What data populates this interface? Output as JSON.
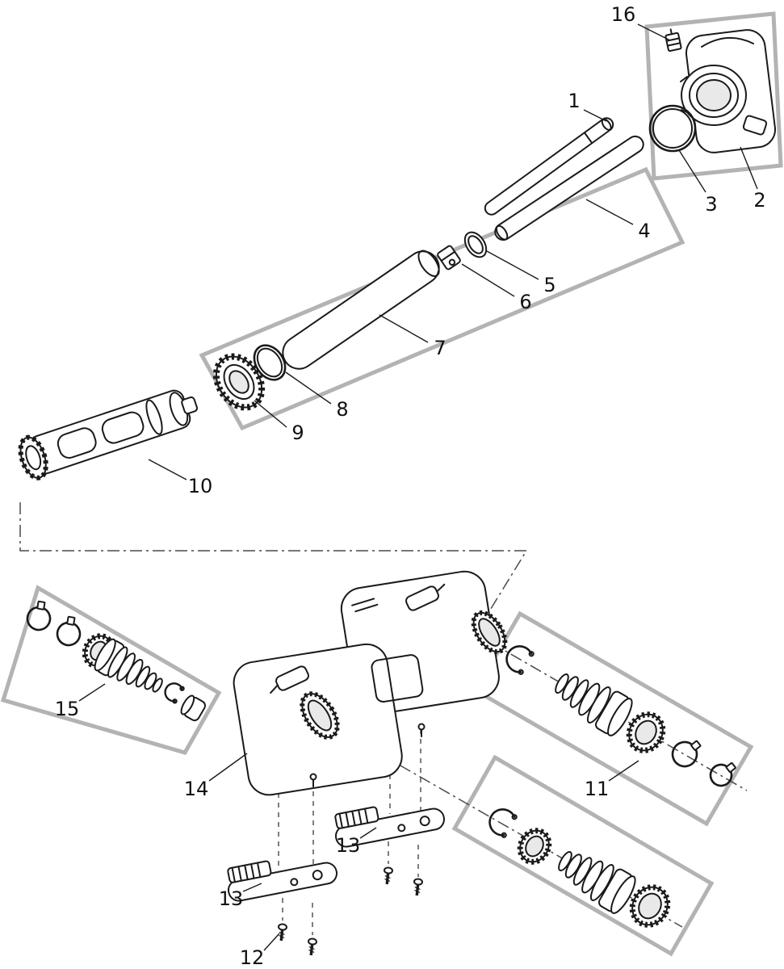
{
  "labels": [
    {
      "id": "1",
      "text": "1"
    },
    {
      "id": "2",
      "text": "2"
    },
    {
      "id": "3",
      "text": "3"
    },
    {
      "id": "4",
      "text": "4"
    },
    {
      "id": "5",
      "text": "5"
    },
    {
      "id": "6",
      "text": "6"
    },
    {
      "id": "7",
      "text": "7"
    },
    {
      "id": "8",
      "text": "8"
    },
    {
      "id": "9",
      "text": "9"
    },
    {
      "id": "10",
      "text": "10"
    },
    {
      "id": "11",
      "text": "11"
    },
    {
      "id": "12",
      "text": "12"
    },
    {
      "id": "13",
      "text": "13"
    },
    {
      "id": "14",
      "text": "14"
    },
    {
      "id": "15",
      "text": "15"
    },
    {
      "id": "16",
      "text": "16"
    }
  ],
  "colors": {
    "line": "#1a1a1a",
    "group_box": "#b3b3b3",
    "connector": "#4a4a4a",
    "background": "#ffffff"
  }
}
